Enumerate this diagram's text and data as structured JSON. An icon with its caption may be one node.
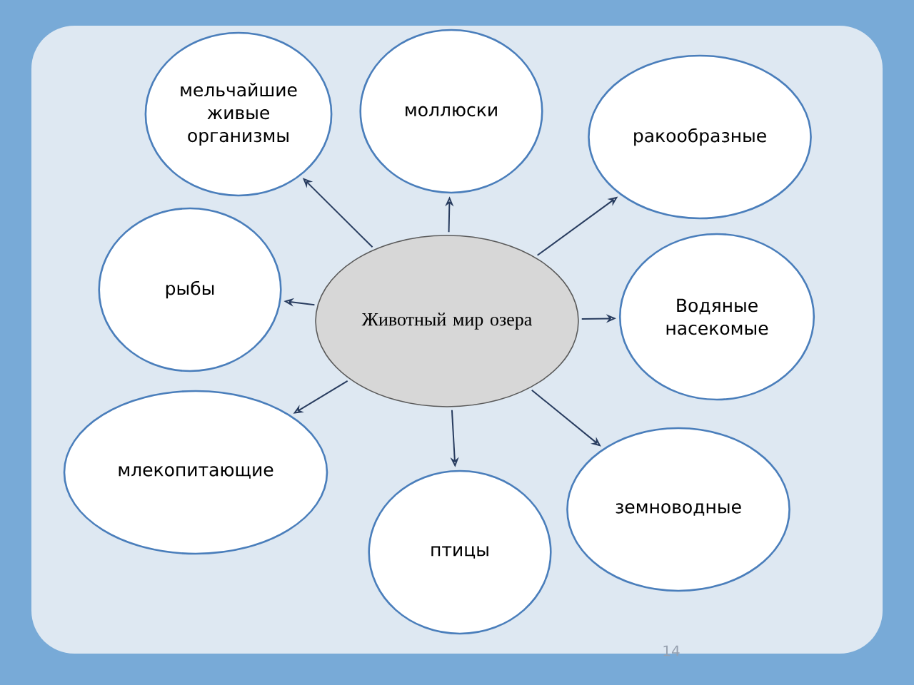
{
  "diagram": {
    "nodes": [
      {
        "text": [
          "Животный мир озера"
        ]
      },
      {
        "text": [
          "мельчайшие живые организмы"
        ]
      },
      {
        "text": [
          "моллюски"
        ]
      },
      {
        "text": [
          "ракообразные"
        ]
      },
      {
        "text": [
          "рыбы"
        ]
      },
      {
        "text": [
          "Водяные насекомые"
        ]
      },
      {
        "text": [
          "млекопитающие"
        ]
      },
      {
        "text": [
          "птицы"
        ]
      },
      {
        "text": [
          "земноводные"
        ]
      }
    ],
    "edges": [
      {
        "from": 0,
        "to": 1,
        "arrow": "to"
      },
      {
        "from": 0,
        "to": 2,
        "arrow": "to"
      },
      {
        "from": 0,
        "to": 3,
        "arrow": "to"
      },
      {
        "from": 0,
        "to": 4,
        "arrow": "to"
      },
      {
        "from": 0,
        "to": 5,
        "arrow": "to"
      },
      {
        "from": 0,
        "to": 6,
        "arrow": "to"
      },
      {
        "from": 0,
        "to": 7,
        "arrow": "to"
      },
      {
        "from": 0,
        "to": 8,
        "arrow": "to"
      }
    ],
    "labels": [
      "14"
    ]
  }
}
